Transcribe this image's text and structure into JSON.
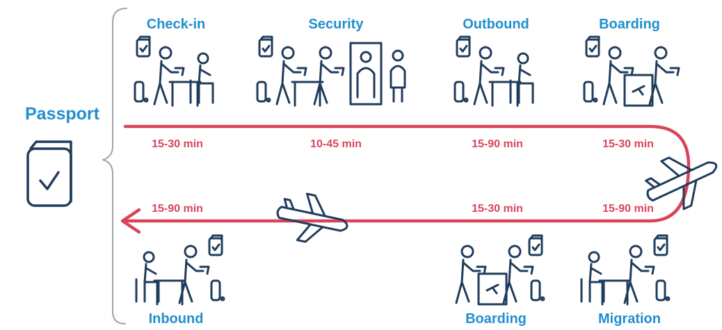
{
  "passport_label": "Passport",
  "departure": {
    "stages": [
      {
        "label": "Check-in",
        "duration": "15-30 min"
      },
      {
        "label": "Security",
        "duration": "10-45 min"
      },
      {
        "label": "Outbound",
        "duration": "15-90 min"
      },
      {
        "label": "Boarding",
        "duration": "15-30 min"
      }
    ]
  },
  "arrival": {
    "stages": [
      {
        "label": "Inbound",
        "duration": "15-90 min"
      },
      {
        "label": "Boarding",
        "duration": "15-30 min"
      },
      {
        "label": "Migration",
        "duration": "15-90 min"
      }
    ]
  },
  "icons": [
    "passport-icon",
    "airplane-icon",
    "check-in-desk-icon",
    "security-scanner-icon",
    "passport-control-icon",
    "boarding-gate-icon",
    "inbound-control-icon",
    "migration-icon"
  ],
  "colors": {
    "label_blue": "#1e8fcf",
    "route_red": "#d9445a",
    "icon_navy": "#1f3c5c"
  }
}
